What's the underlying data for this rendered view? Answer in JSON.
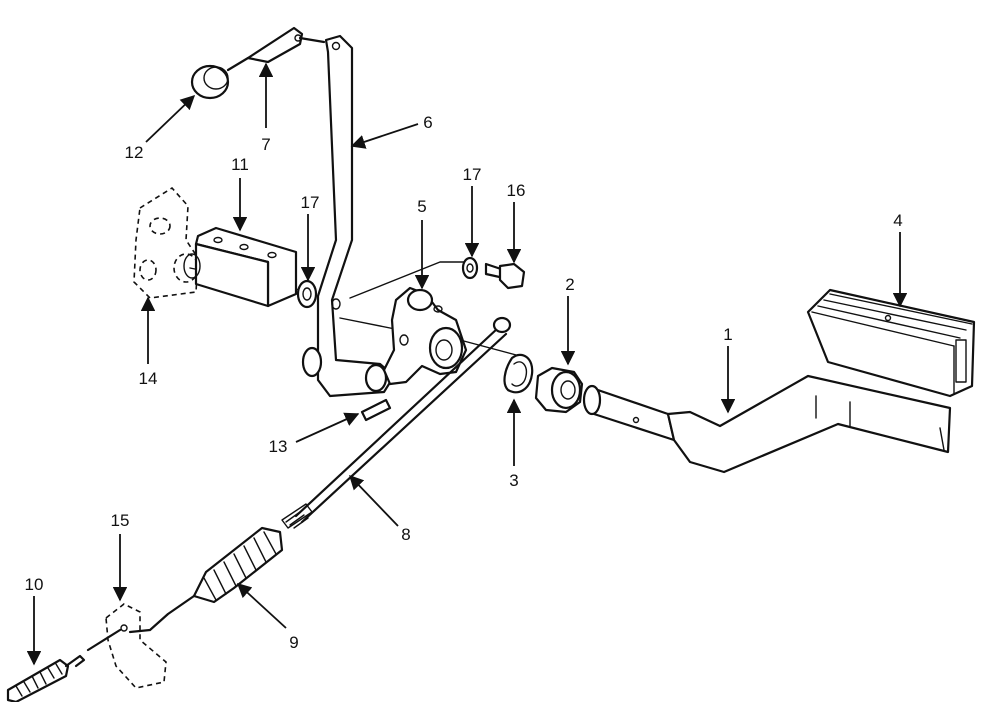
{
  "diagram": {
    "type": "exploded-parts-view",
    "callouts": [
      {
        "id": "1",
        "label": "1"
      },
      {
        "id": "2",
        "label": "2"
      },
      {
        "id": "3",
        "label": "3"
      },
      {
        "id": "4",
        "label": "4"
      },
      {
        "id": "5",
        "label": "5"
      },
      {
        "id": "6",
        "label": "6"
      },
      {
        "id": "7",
        "label": "7"
      },
      {
        "id": "8",
        "label": "8"
      },
      {
        "id": "9",
        "label": "9"
      },
      {
        "id": "10",
        "label": "10"
      },
      {
        "id": "11",
        "label": "11"
      },
      {
        "id": "12",
        "label": "12"
      },
      {
        "id": "13",
        "label": "13"
      },
      {
        "id": "14",
        "label": "14"
      },
      {
        "id": "15",
        "label": "15"
      },
      {
        "id": "16",
        "label": "16"
      },
      {
        "id": "17a",
        "label": "17"
      },
      {
        "id": "17b",
        "label": "17"
      }
    ]
  }
}
